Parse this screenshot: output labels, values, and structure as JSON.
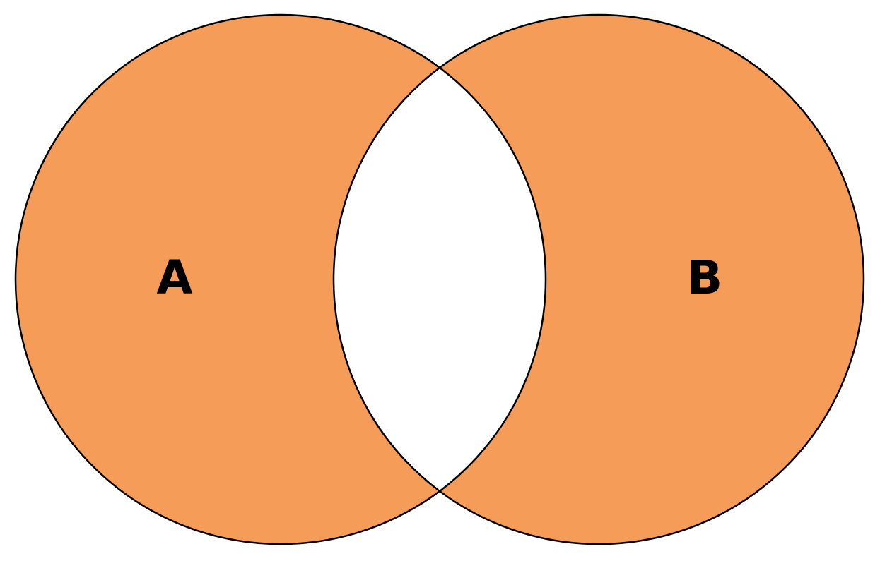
{
  "diagram": {
    "type": "venn",
    "operation": "symmetric-difference",
    "colors": {
      "fill": "#f59d58",
      "intersection": "#ffffff",
      "stroke": "#000000",
      "background": "#ffffff"
    },
    "sets": [
      {
        "label": "A"
      },
      {
        "label": "B"
      }
    ]
  }
}
